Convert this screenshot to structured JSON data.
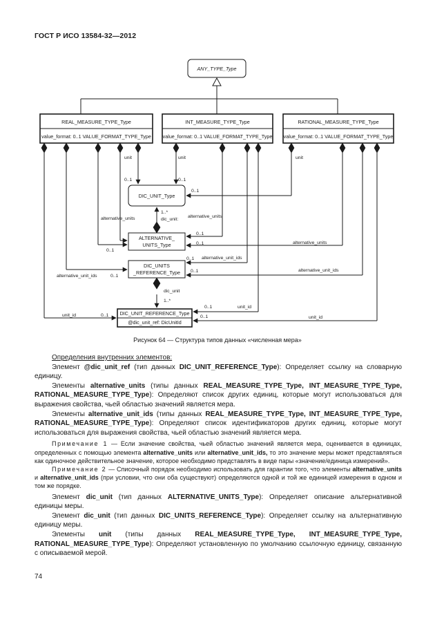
{
  "header": {
    "title": "ГОСТ Р ИСО 13584-32—2012"
  },
  "diagram": {
    "any": "ANY_TYPE_Type",
    "real": {
      "name": "REAL_MEASURE_TYPE_Type",
      "attr": "value_format: 0..1 VALUE_FORMAT_TYPE_Type"
    },
    "int": {
      "name": "INT_MEASURE_TYPE_Type",
      "attr": "value_format: 0..1 VALUE_FORMAT_TYPE_Type"
    },
    "rational": {
      "name": "RATIONAL_MEASURE_TYPE_Type",
      "attr": "value_format: 0..1 VALUE_FORMAT_TYPE_Type"
    },
    "dic_unit": "DIC_UNIT_Type",
    "alt_units": [
      "ALTERNATIVE_",
      "UNITS_Type"
    ],
    "dic_units_ref": [
      "DIC_UNITS",
      "_REFERENCE_Type"
    ],
    "dic_unit_ref": {
      "name": "DIC_UNIT_REFERENCE_Type",
      "attr": "@dic_unit_ref: DicUnitId"
    },
    "labels": {
      "unit": "unit",
      "alternative_units": "alternative_units",
      "alternative_unit_ids": "alternative_unit_ids",
      "dic_unit": "dic_unit",
      "dic_unit_colon": "dic_unit:",
      "unit_id": "unit_id",
      "m01": "0..1",
      "m1n": "1..*"
    }
  },
  "caption": "Рисунок 64 — Структура типов данных «численная мера»",
  "text": {
    "heading": "Определения внутренних элементов:",
    "p1": {
      "a": "Элемент ",
      "b": "@dic_unit_ref",
      "c": " (тип данных ",
      "d": "DIC_UNIT_REFERENCE_Type",
      "e": "): Определяет ссылку на словарную единицу."
    },
    "p2": {
      "a": "Элементы ",
      "b": "alternative_units",
      "c": " (типы данных ",
      "d": "REAL_MEASURE_TYPE_Type, INT_MEASURE_TYPE_Type, RATIONAL_MEASURE_TYPE_Type",
      "e": "): Определяют список других единиц, которые могут использоваться для выражения свойства, чьей областью значений является мера."
    },
    "p3": {
      "a": "Элементы ",
      "b": "alternative_unit_ids",
      "c": " (типы данных ",
      "d": "REAL_MEASURE_TYPE_Type, INT_MEASURE_TYPE_Type, RATIONAL_MEASURE_TYPE_Type",
      "e": "): Определяют список идентификаторов других единиц, которые могут использоваться для выражения свойства, чьей областью значений является мера."
    },
    "n1": {
      "label": "Примечание 1",
      "a": " — Если значение свойства, чьей областью значений является мера, оценивается в единицах, определенных с помощью элемента ",
      "b": "alternative_units",
      "c": " или ",
      "d": "alternative_unit_ids,",
      "e": " то это значение меры может представляться как одиночное действительное значение, которое необходимо представлять в виде пары «значение/единица измерений»."
    },
    "n2": {
      "label": "Примечание 2",
      "a": " — Списочный порядок необходимо использовать для гарантии того, что элементы ",
      "b": "alternative_units",
      "c": " и ",
      "d": "alternative_unit_ids",
      "e": " (при условии, что они оба существуют) определяются одной и той же единицей измерения в одном и том же порядке."
    },
    "p4": {
      "a": "Элемент ",
      "b": "dic_unit",
      "c": " (тип данных ",
      "d": "ALTERNATIVE_UNITS_Type",
      "e": "): Определяет описание альтернативной единицы меры."
    },
    "p5": {
      "a": "Элемент ",
      "b": "dic_unit",
      "c": " (тип данных ",
      "d": "DIC_UNITS_REFERENCE_Type",
      "e": "): Определяет ссылку на альтернативную единицу меры."
    },
    "p6": {
      "a": "Элементы ",
      "b": "unit",
      "c": " (типы данных ",
      "d": "REAL_MEASURE_TYPE_Type, INT_MEASURE_TYPE_Type, RATIONAL_MEASURE_TYPE_Type",
      "e": "): Определяют установленную по умолчанию ссылочную единицу, связанную с описываемой мерой."
    }
  },
  "page_number": "74"
}
